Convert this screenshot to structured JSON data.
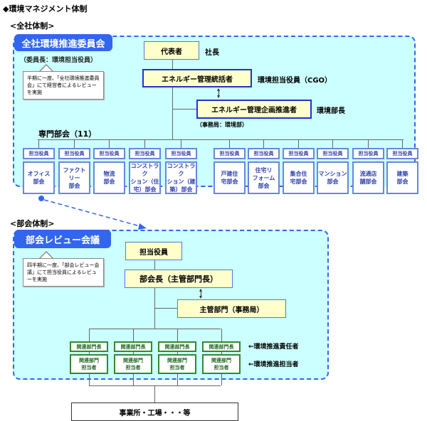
{
  "title": "◆環境マネジメント体制",
  "company_section": {
    "label": "<全社体制>",
    "committee": "全社環境推進委員会",
    "chair": "（委員長：環境担当役員）",
    "callout": "半期に一度、「全社環境推進委員会」にて経営者によるレビューを実施",
    "representative": {
      "label": "代表者",
      "role": "社長"
    },
    "energy_manager": {
      "label": "エネルギー管理統括者",
      "role": "環境担当役員（CGO）"
    },
    "energy_planner": {
      "label": "エネルギー管理企画推進者",
      "role": "環境部長"
    },
    "secretariat": "（事務局：環境部）",
    "specialist_committees_label": "専門部会（11）",
    "committees": [
      {
        "head": "担当役員",
        "name": "オフィス\n部会"
      },
      {
        "head": "担当役員",
        "name": "ファクト\nリー\n部会"
      },
      {
        "head": "担当役員",
        "name": "物流\n部会"
      },
      {
        "head": "担当役員",
        "name": "コンストラク\nション（住\n宅）部会"
      },
      {
        "head": "担当役員",
        "name": "コンストラク\nション（建\n築）部会"
      },
      {
        "head": "担当役員",
        "name": "戸建住\n宅部会"
      },
      {
        "head": "担当役員",
        "name": "住宅リ\nフォーム\n部会"
      },
      {
        "head": "担当役員",
        "name": "集合住\n宅部会"
      },
      {
        "head": "担当役員",
        "name": "マンション\n部会"
      },
      {
        "head": "担当役員",
        "name": "流通店\n舗部会"
      },
      {
        "head": "担当役員",
        "name": "建築\n部会"
      }
    ]
  },
  "division_section": {
    "label": "<部会体制>",
    "meeting": "部会レビュー会議",
    "callout": "四半期に一度、「部会レビュー会議」にて担当役員によるレビューを実施",
    "officer": "担当役員",
    "division_head": "部会長（主管部門長）",
    "lead_dept": "主管部門（事務局）",
    "related": [
      {
        "head": "関連部門長",
        "body": "関連部門\n担当者"
      },
      {
        "head": "関連部門長",
        "body": "関連部門\n担当者"
      },
      {
        "head": "関連部門長",
        "body": "関連部門\n担当者"
      },
      {
        "head": "関連部門長",
        "body": "関連部門\n担当者"
      }
    ],
    "note_responsible": "←環境推進責任者",
    "note_staff": "←環境推進担当者",
    "sites": "事業所・工場・・・等"
  }
}
